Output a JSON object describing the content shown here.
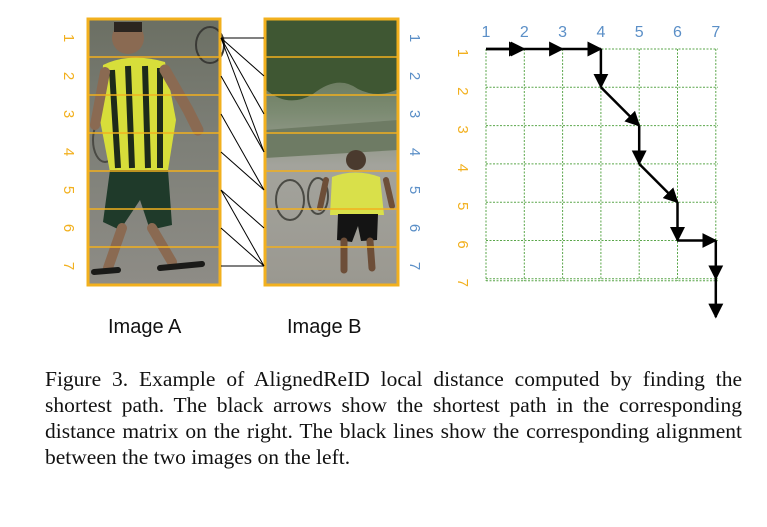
{
  "figure": {
    "stripe_numbers": [
      "1",
      "2",
      "3",
      "4",
      "5",
      "6",
      "7"
    ],
    "image_a_label": "Image A",
    "image_b_label": "Image B",
    "alignment": [
      [
        1,
        1
      ],
      [
        1,
        2
      ],
      [
        1,
        3
      ],
      [
        1,
        4
      ],
      [
        2,
        4
      ],
      [
        3,
        5
      ],
      [
        4,
        5
      ],
      [
        5,
        6
      ],
      [
        5,
        7
      ],
      [
        6,
        7
      ],
      [
        7,
        7
      ]
    ],
    "path": [
      [
        1,
        1
      ],
      [
        1,
        2
      ],
      [
        1,
        3
      ],
      [
        1,
        4
      ],
      [
        2,
        4
      ],
      [
        3,
        5
      ],
      [
        4,
        5
      ],
      [
        5,
        6
      ],
      [
        6,
        6
      ],
      [
        6,
        7
      ],
      [
        7,
        7
      ]
    ],
    "colors": {
      "image_border": "#f2b01e",
      "stripe_line": "#f2b01e",
      "left_numbers": "#f2b01e",
      "right_numbers": "#5b8fc7",
      "grid": "#5aa64a",
      "arrow": "#000000"
    },
    "image_a_icon": "pedestrian-photo-icon",
    "image_b_icon": "pedestrian-photo-icon"
  },
  "caption": {
    "text": "Figure 3. Example of AlignedReID local distance computed by finding the shortest path. The black arrows show the shortest path in the corresponding distance matrix on the right. The black lines show the corresponding alignment between the two images on the left."
  }
}
